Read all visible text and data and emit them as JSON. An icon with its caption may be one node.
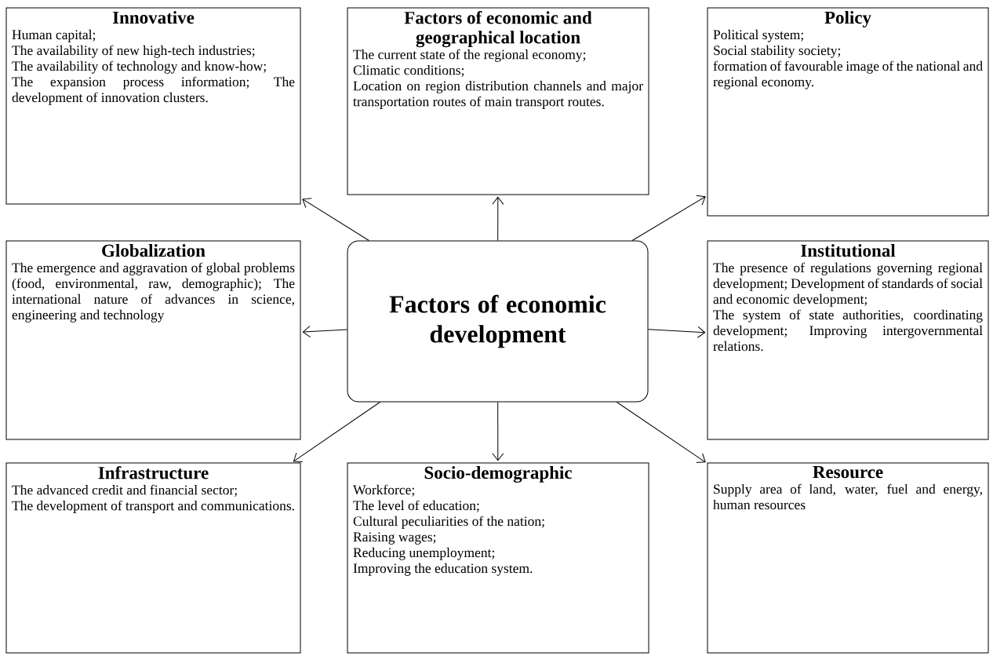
{
  "diagram": {
    "nodes": [
      {
        "text": [
          "Innovative",
          "Human capital;",
          "The availability of new high-tech industries;",
          "The availability of technology and know-how;",
          "The expansion process information; The development of innovation clusters."
        ]
      },
      {
        "text": [
          "Factors of economic and geographical location",
          "The current state of the regional economy;",
          "Climatic conditions;",
          "Location on region distribution channels and major transportation routes of main transport routes."
        ]
      },
      {
        "text": [
          "Policy",
          "Political system;",
          "Social stability society;",
          "formation of favourable image of the national and regional economy."
        ]
      },
      {
        "text": [
          "Globalization",
          "The emergence and aggravation of global problems (food, environmental, raw, demographic); The international nature of advances in science, engineering and technology"
        ]
      },
      {
        "text": [
          "Factors of economic development"
        ]
      },
      {
        "text": [
          "Institutional",
          "The presence of regulations governing regional development; Development of standards of social and economic development;",
          "The system of state authorities, coordinating development; Improving intergovernmental relations."
        ]
      },
      {
        "text": [
          "Infrastructure",
          "The advanced credit and financial sector;",
          "The development of transport and communications."
        ]
      },
      {
        "text": [
          "Socio-demographic",
          "Workforce;",
          "The level of education;",
          "Cultural peculiarities of the nation;",
          "Raising wages;",
          "Reducing unemployment;",
          "Improving the education system."
        ]
      },
      {
        "text": [
          "Resource",
          "Supply area of land, water, fuel and energy, human resources"
        ]
      }
    ],
    "edges": [
      {
        "from": 4,
        "to": 0,
        "arrow": "to"
      },
      {
        "from": 4,
        "to": 1,
        "arrow": "to"
      },
      {
        "from": 4,
        "to": 2,
        "arrow": "to"
      },
      {
        "from": 4,
        "to": 3,
        "arrow": "to"
      },
      {
        "from": 4,
        "to": 5,
        "arrow": "to"
      },
      {
        "from": 4,
        "to": 6,
        "arrow": "to"
      },
      {
        "from": 4,
        "to": 7,
        "arrow": "to"
      },
      {
        "from": 4,
        "to": 8,
        "arrow": "to"
      }
    ]
  }
}
